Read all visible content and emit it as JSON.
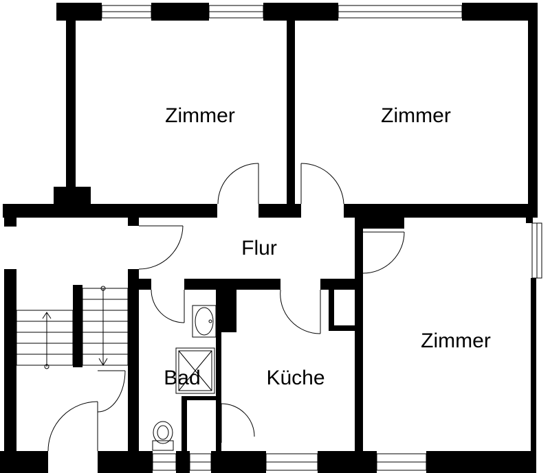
{
  "rooms": {
    "zimmer_1": "Zimmer",
    "zimmer_2": "Zimmer",
    "zimmer_3": "Zimmer",
    "flur": "Flur",
    "kueche": "Küche",
    "bad": "Bad"
  }
}
